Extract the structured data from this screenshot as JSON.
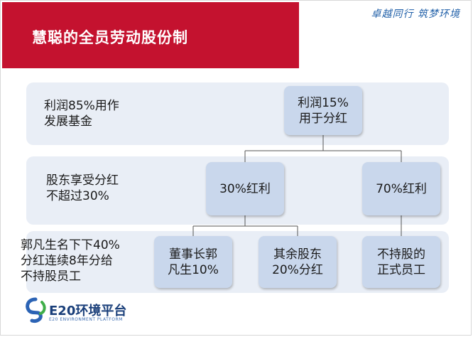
{
  "header": {
    "title": "慧聪的全员劳动股份制",
    "slogan": "卓越同行  筑梦环境"
  },
  "rows": [
    {
      "label": "利润85%用作\n发展基金"
    },
    {
      "label": "股东享受分红\n不超过30%"
    },
    {
      "label": "郭凡生名下下40%\n分红连续8年分给\n不持股员工"
    }
  ],
  "nodes": {
    "profit": "利润15%\n用于分红",
    "dividend30": "30%红利",
    "dividend70": "70%红利",
    "chairman": "董事长郭\n凡生10%",
    "other_shareholders": "其余股东\n20%分红",
    "non_holding": "不持股的\n正式员工"
  },
  "logo": {
    "name": "E20环境平台",
    "subtitle": "E20 ENVIRONMENT PLATFORM"
  },
  "colors": {
    "header": "#c4122f",
    "band": "#e9eef6",
    "node": "#c9d7ec",
    "slogan": "#1f5fa8"
  }
}
